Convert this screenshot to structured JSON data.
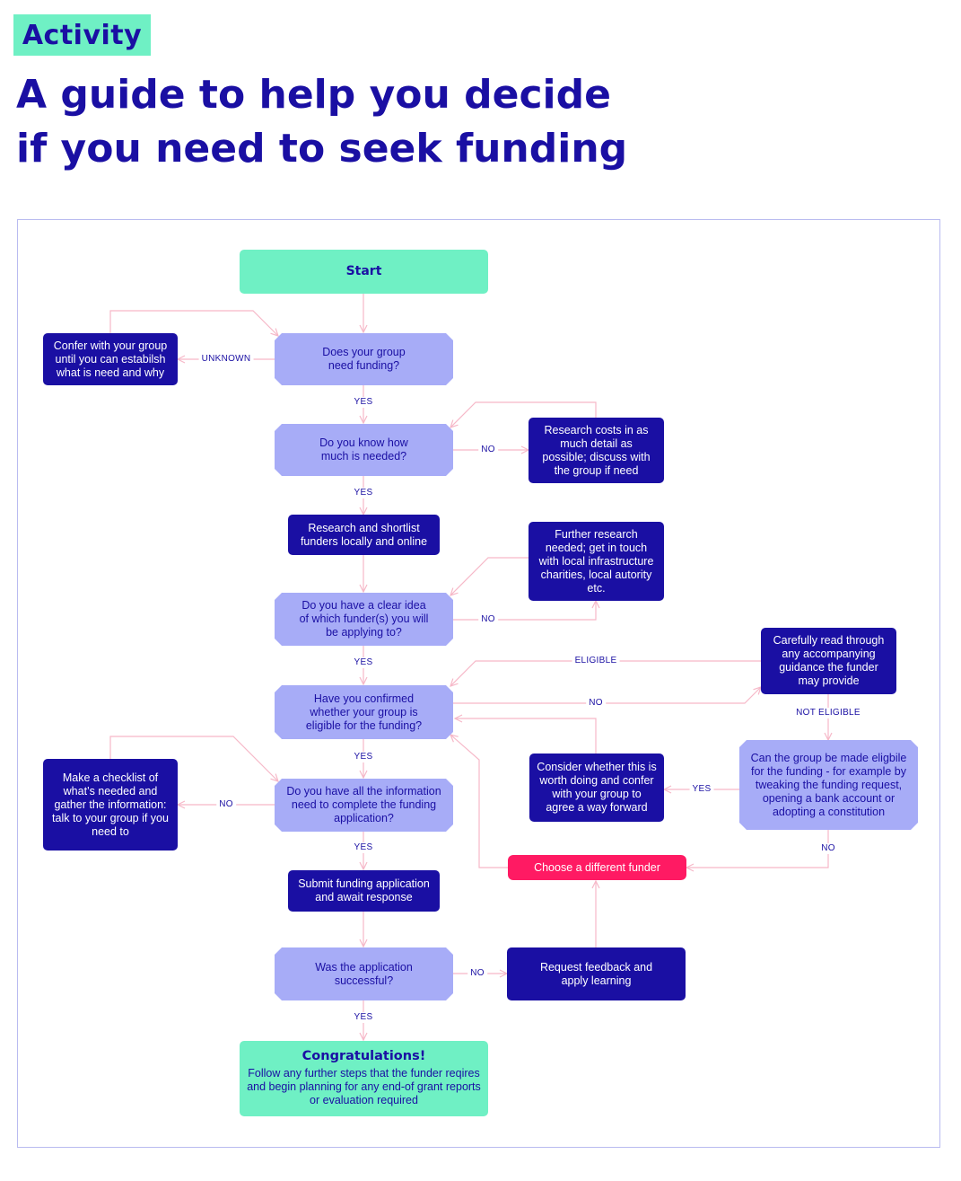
{
  "header": {
    "badge": "Activity",
    "title_line1": "A guide to help you decide",
    "title_line2": "if you need to seek funding"
  },
  "nodes": {
    "start": "Start",
    "q_need_funding": "Does your group need funding?",
    "confer": "Confer with your group until you can estabilsh what is need and why",
    "q_how_much": "Do you know how much is needed?",
    "research_costs": "Research costs in as much detail as possible; discuss with the group if need",
    "shortlist": "Research and shortlist funders locally and online",
    "further_research": "Further research needed; get in touch with local infrastructure charities, local autority etc.",
    "q_which_funder": "Do you have a clear idea of which funder(s) you will be applying to?",
    "read_guidance": "Carefully read through any accompanying guidance the funder may provide",
    "q_eligible": "Have you confirmed whether your group is eligible for the funding?",
    "checklist": "Make a checklist of what’s needed and gather the information: talk to your group if you need to",
    "q_info": "Do you have all the information need to complete the funding application?",
    "consider": "Consider whether this is worth doing and confer with your group to agree a way forward",
    "can_be_eligible": "Can the group be made eligbile for the funding - for example by tweaking the funding request, opening a bank account or adopting a constitution",
    "different_funder": "Choose a different funder",
    "submit": "Submit funding application and await response",
    "q_successful": "Was the application successful?",
    "feedback": "Request feedback and apply learning",
    "congrats_title": "Congratulations!",
    "congrats_body": "Follow any further steps that the funder reqires and begin planning for any end-of grant reports or evaluation required"
  },
  "labels": {
    "unknown": "UNKNOWN",
    "yes1": "YES",
    "no_how_much": "NO",
    "yes2": "YES",
    "no_which": "NO",
    "yes3": "YES",
    "eligible": "ELIGIBLE",
    "no_eligible": "NO",
    "not_eligible": "NOT ELIGIBLE",
    "yes4": "YES",
    "no_info": "NO",
    "yes_consider": "YES",
    "no_can": "NO",
    "yes5": "YES",
    "no_success": "NO",
    "yes6": "YES"
  },
  "colors": {
    "navy": "#1a0fa3",
    "lavender": "#a7acf7",
    "mint": "#6ff0c4",
    "pink": "#ff1a63",
    "connector": "#f6b8c8",
    "frame": "#b9bbf0"
  }
}
